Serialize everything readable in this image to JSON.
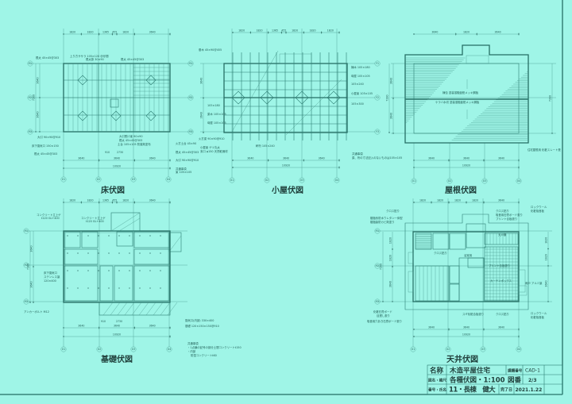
{
  "colors": {
    "background": "#9ff5e7",
    "line": "#2b7d72",
    "text": "#1f3f3b"
  },
  "plans": {
    "floor": {
      "title": "床伏図",
      "top_dims": [
        "1820",
        "1820",
        "1365",
        "455",
        "1820",
        "3640"
      ],
      "bottom_dims": [
        "3640",
        "3640",
        "3640"
      ],
      "total": "10920",
      "left_dims": [
        "3640",
        "3640"
      ],
      "left_total": "7280",
      "notes": [
        "上り方ササラ 105×120 @@間",
        "根太掛 30×90",
        "大引 90×90@910",
        "床下換気口 150×150",
        "根太 45×45@303",
        "火打土台 45×90",
        "根太 45×45@303",
        "大引受け束 90×90",
        "土台 105×105 防腐剤塗布",
        "根太 45×45@303",
        "大引 90×90@910",
        "共通事項",
        "束 105×105",
        "910",
        "2730"
      ]
    },
    "roof_frame": {
      "title": "小屋伏図",
      "top_dims": [
        "1820",
        "1820",
        "1365",
        "455",
        "1820",
        "1820",
        "1820"
      ],
      "bottom_dims": [
        "3640",
        "3640",
        "3640"
      ],
      "total": "10920",
      "notes": [
        "垂木 45×90@455",
        "棟木 105×180",
        "母屋 105×105",
        "105×240",
        "小屋束 105×105",
        "105×300",
        "105×180",
        "梁木 105×105",
        "母屋 105×105",
        "軒桁 105×240",
        "火打梁 90×90@910",
        "小屋束 ゲツ丸太",
        "末口 φ150 天然乾燥材",
        "共通事項",
        "梁、桁の寸法記入のないものは105×105"
      ]
    },
    "roof": {
      "title": "屋根伏図",
      "top_dims": [
        "3640",
        "1820",
        "3640"
      ],
      "bottom_dims": [
        "3640",
        "3640",
        "3640"
      ],
      "total": "10920",
      "notes": [
        "棟包 塗装溶融亜鉛メッキ鋼板",
        "ケラバ水切 塗装溶融亜鉛メッキ鋼板",
        "住宅屋根用 化粧スレート葺"
      ]
    },
    "foundation": {
      "title": "基礎伏図",
      "top_dims": [
        "1820",
        "1820",
        "1365",
        "455",
        "1820",
        "3640"
      ],
      "bottom_dims": [
        "3640",
        "3640",
        "3640"
      ],
      "total": "10920",
      "notes": [
        "コンクリート立上ゲ",
        "t120 GL+400",
        "コンクリート立上ゲ",
        "t120 GL+400",
        "床下換気口",
        "ステンレス製",
        "120×400",
        "アンカーボルト M12",
        "換気口(内部) 330×400",
        "基礎 120×150×150@910",
        "共通事項",
        "・1点鎖の記号の部分土間コンクリートt150",
        "・内部",
        "防湿コンクリートt60",
        "910",
        "2730"
      ]
    },
    "ceiling": {
      "title": "天井伏図",
      "top_dims": [
        "1820",
        "1820",
        "1820",
        "1820",
        "3640"
      ],
      "bottom_dims": [
        "3640",
        "3640",
        "3640"
      ],
      "total": "10920",
      "notes": [
        "クロス貼り",
        "樹脂系防水ウレタン一体型",
        "樹脂製防カビ剤塗り",
        "クロス貼り",
        "吸音用石膏ボード張り",
        "プリント合板張り",
        "ロックウール",
        "化粧吸音板",
        "天戸棚",
        "クロス貼り",
        "浴室用",
        "プリント合板張り",
        "カーテンボックス",
        "雨戸 アルミ製",
        "化粧石膏ボード",
        "目透し張り",
        "吸音用穴あき石膏ボード張り",
        "スギ化粧合板張り",
        "クロス貼り",
        "ロックウール",
        "化粧吸音板"
      ]
    }
  },
  "grid_labels": {
    "x": [
      "X1",
      "X2",
      "X3",
      "X4"
    ],
    "y": [
      "Y1",
      "Y2",
      "Y3"
    ]
  },
  "title_block": {
    "name_label": "名称",
    "name_value": "木造平屋住宅",
    "task_label": "課題番号",
    "task_value": "CAD-1",
    "drawing_label": "図名・縮尺",
    "drawing_value": "各種伏図・1:100",
    "sheet_label": "図番",
    "sheet_value": "2/3",
    "student_label": "番号・氏名",
    "student_value": "11・長棟　健大",
    "date_label": "完了日",
    "date_value": "2021.1.22"
  }
}
